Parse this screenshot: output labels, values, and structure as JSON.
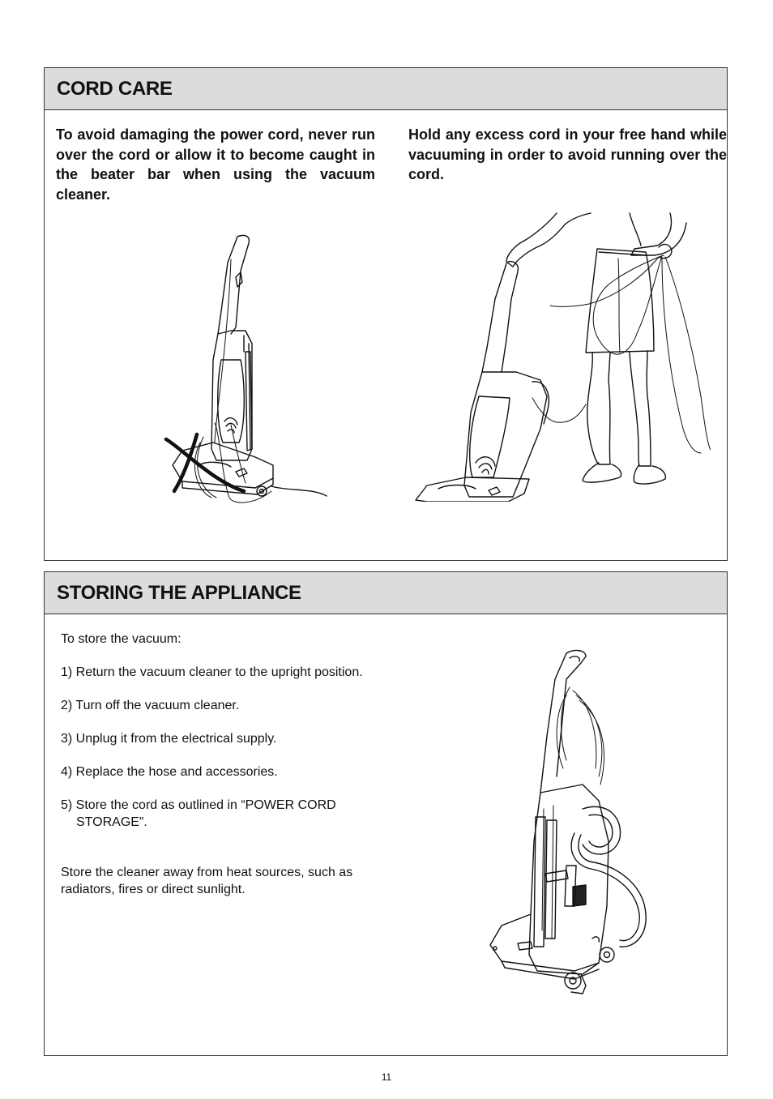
{
  "cord_care": {
    "title": "CORD CARE",
    "left_text": "To avoid damaging the power cord, never run over the cord or allow it to become caught in the beater bar when using the vacuum cleaner.",
    "right_text": "Hold any excess cord in your free hand while vacuuming in order to avoid running over the cord."
  },
  "storing": {
    "title": "STORING THE APPLIANCE",
    "intro": "To store the vacuum:",
    "steps": [
      "1) Return the vacuum cleaner to the upright position.",
      "2) Turn off the vacuum cleaner.",
      "3) Unplug it from the electrical supply.",
      "4) Replace the hose and accessories.",
      "5) Store the cord as outlined in “POWER CORD STORAGE”."
    ],
    "note": "Store the cleaner away from heat sources, such as radiators, fires or direct sunlight."
  },
  "page_number": "11"
}
